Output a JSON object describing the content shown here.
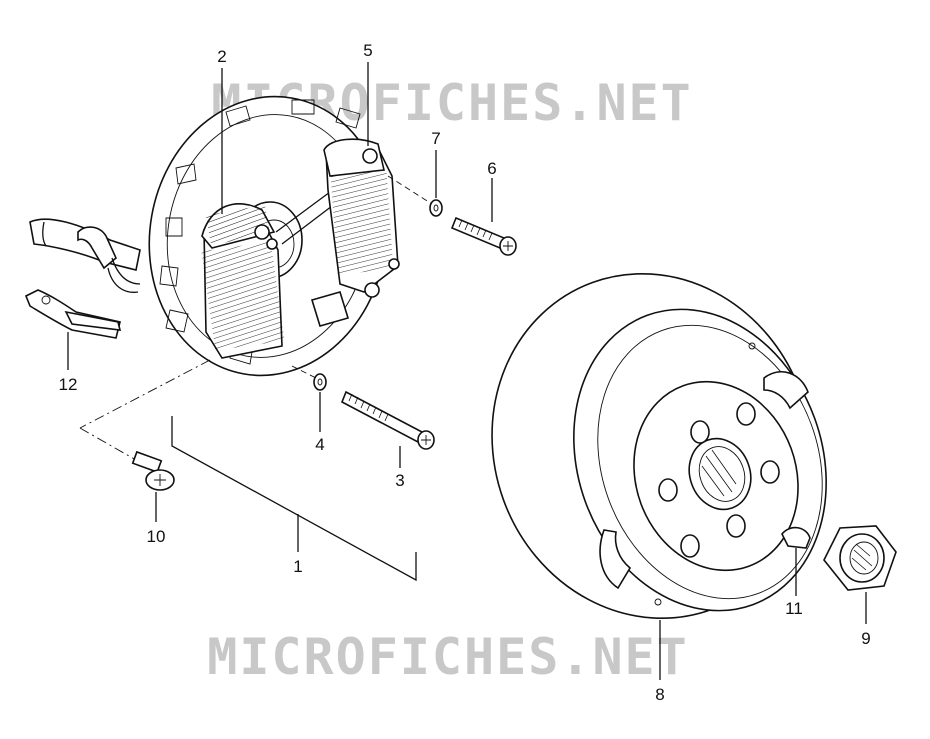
{
  "watermark": {
    "text": "MICROFICHES.NET",
    "color": "#c8c8c8"
  },
  "callouts": [
    "1",
    "2",
    "3",
    "4",
    "5",
    "6",
    "7",
    "8",
    "9",
    "10",
    "11",
    "12"
  ],
  "colors": {
    "line": "#111111",
    "background": "#ffffff"
  }
}
